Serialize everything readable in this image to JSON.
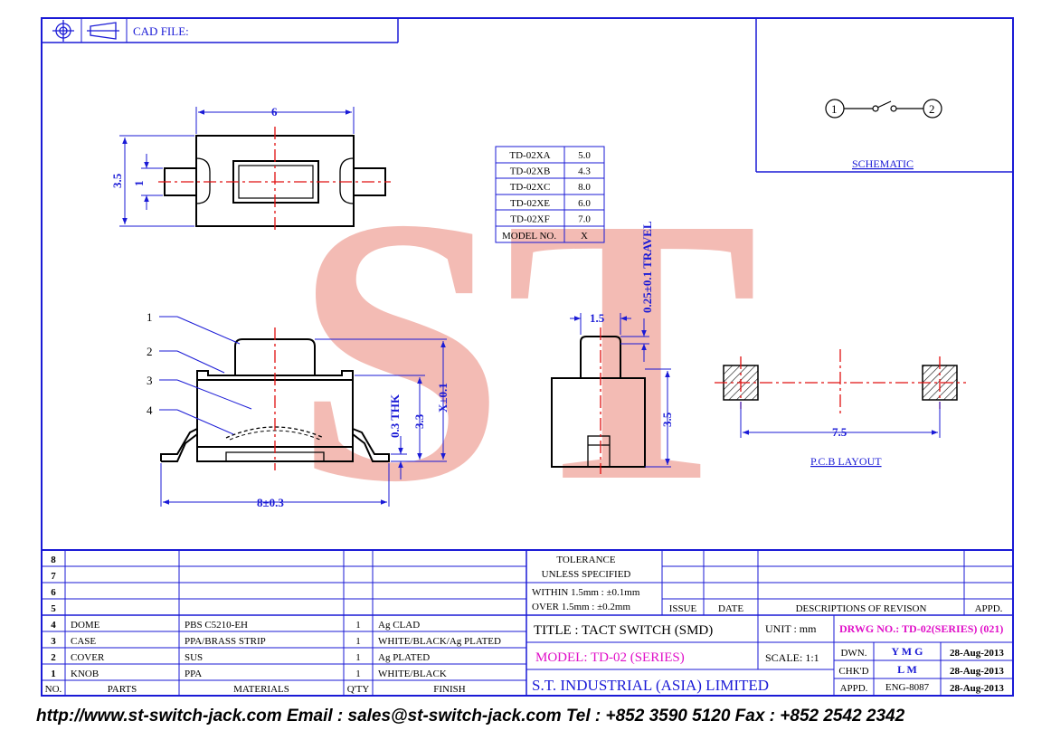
{
  "header": {
    "cad_file_label": "CAD FILE:"
  },
  "schematic": {
    "label": "SCHEMATIC",
    "pin1": "1",
    "pin2": "2"
  },
  "top_view": {
    "width_dim": "6",
    "height_dim": "3.5",
    "pin_dim": "1"
  },
  "model_table": {
    "rows": [
      {
        "model": "TD-02XA",
        "x": "5.0"
      },
      {
        "model": "TD-02XB",
        "x": "4.3"
      },
      {
        "model": "TD-02XC",
        "x": "8.0"
      },
      {
        "model": "TD-02XE",
        "x": "6.0"
      },
      {
        "model": "TD-02XF",
        "x": "7.0"
      }
    ],
    "header_model": "MODEL NO.",
    "header_x": "X"
  },
  "side_view": {
    "callouts": [
      "1",
      "2",
      "3",
      "4"
    ],
    "thk_dim": "0.3 THK",
    "body_dim": "3.3",
    "height_dim": "X±0.1",
    "length_dim": "8±0.3"
  },
  "end_view": {
    "width_dim": "1.5",
    "travel_dim": "0.25±0.1 TRAVEL",
    "height_dim": "3.5"
  },
  "pcb_layout": {
    "label": "P.C.B LAYOUT",
    "spacing_dim": "7.5"
  },
  "watermark": "ST",
  "parts_table": {
    "empty_rows": [
      "8",
      "7",
      "6",
      "5"
    ],
    "rows": [
      {
        "no": "4",
        "part": "DOME",
        "material": "PBS C5210-EH",
        "qty": "1",
        "finish": "Ag CLAD"
      },
      {
        "no": "3",
        "part": "CASE",
        "material": "PPA/BRASS STRIP",
        "qty": "1",
        "finish": "WHITE/BLACK/Ag PLATED"
      },
      {
        "no": "2",
        "part": "COVER",
        "material": "SUS",
        "qty": "1",
        "finish": "Ag PLATED"
      },
      {
        "no": "1",
        "part": "KNOB",
        "material": "PPA",
        "qty": "1",
        "finish": "WHITE/BLACK"
      }
    ],
    "headers": {
      "no": "NO.",
      "part": "PARTS",
      "material": "MATERIALS",
      "qty": "Q'TY",
      "finish": "FINISH"
    }
  },
  "tolerance": {
    "line1": "TOLERANCE",
    "line2": "UNLESS   SPECIFIED",
    "line3": "WITHIN  1.5mm : ±0.1mm",
    "line4": "OVER    1.5mm : ±0.2mm"
  },
  "revision": {
    "issue": "ISSUE",
    "date": "DATE",
    "description": "DESCRIPTIONS  OF  REVISON",
    "appd": "APPD."
  },
  "title_block": {
    "title": "TITLE : TACT SWITCH (SMD)",
    "unit": "UNIT :   mm",
    "drwg_no": "DRWG NO.: TD-02(SERIES) (021)",
    "model": "MODEL: TD-02 (SERIES)",
    "scale": "SCALE:  1:1",
    "company": "S.T.  INDUSTRIAL  (ASIA)  LIMITED",
    "dwn_label": "DWN.",
    "dwn_name": "Y M G",
    "dwn_date": "28-Aug-2013",
    "chkd_label": "CHK'D",
    "chkd_name": "L M",
    "chkd_date": "28-Aug-2013",
    "appd_label": "APPD.",
    "appd_name": "ENG-8087",
    "appd_date": "28-Aug-2013"
  },
  "footer": {
    "text": "http://www.st-switch-jack.com  Email : sales@st-switch-jack.com  Tel : +852 3590 5120  Fax : +852 2542 2342"
  },
  "colors": {
    "line": "#1a1ad6",
    "red": "#e01010",
    "magenta": "#e010c8",
    "watermark": "#f2b8b0"
  }
}
